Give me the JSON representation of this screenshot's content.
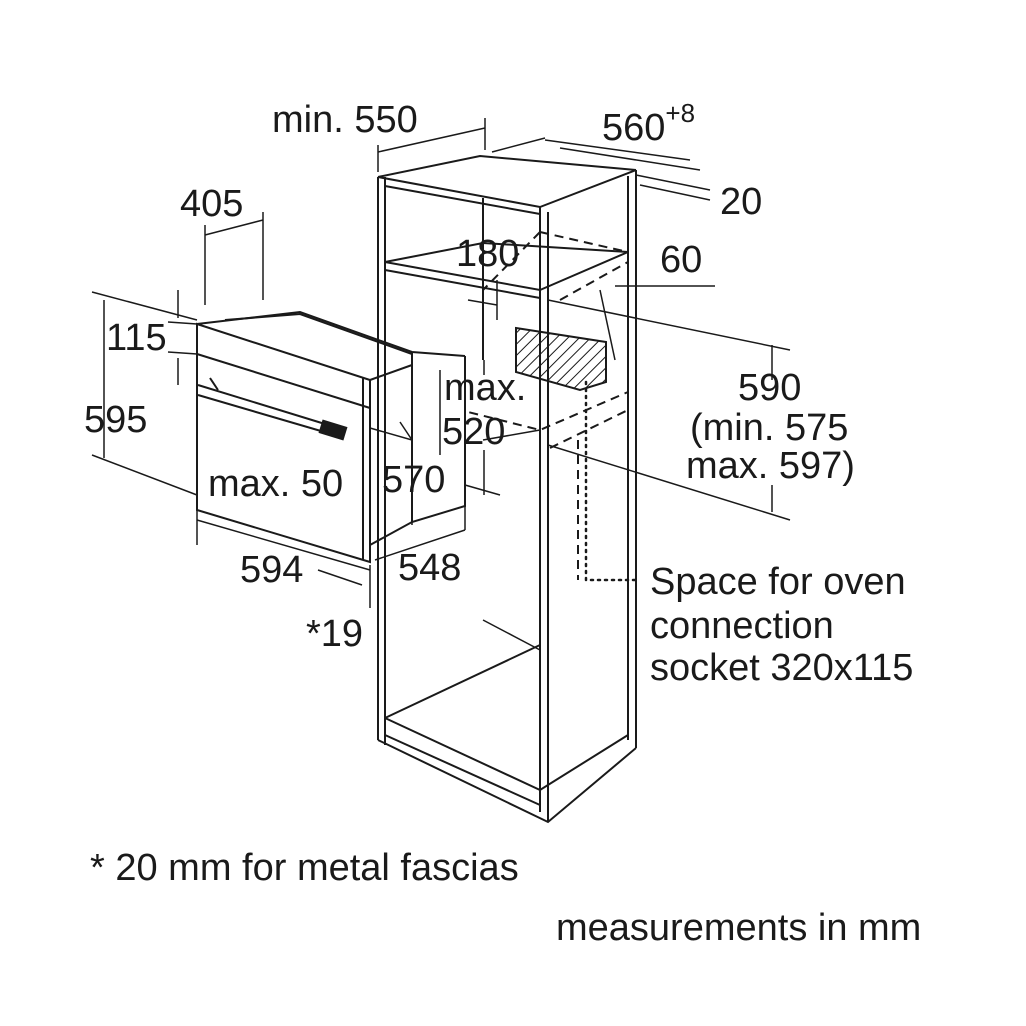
{
  "labels": {
    "min_550": "min. 550",
    "w560_base": "560",
    "w560_sup": "+8",
    "d20": "20",
    "d405": "405",
    "d180": "180",
    "d60": "60",
    "d115": "115",
    "max_label": "max.",
    "d520": "520",
    "d590": "590",
    "min575": "(min. 575",
    "max597": "max. 597)",
    "d595": "595",
    "max50": "max. 50",
    "d570": "570",
    "d594": "594",
    "d548": "548",
    "star19": "*19",
    "socket_line1": "Space for oven",
    "socket_line2": "connection",
    "socket_line3": "socket 320x115"
  },
  "footnote": "* 20 mm for metal fascias",
  "units_note": "measurements in mm",
  "colors": {
    "ink": "#1a1a1a",
    "background": "#ffffff"
  }
}
